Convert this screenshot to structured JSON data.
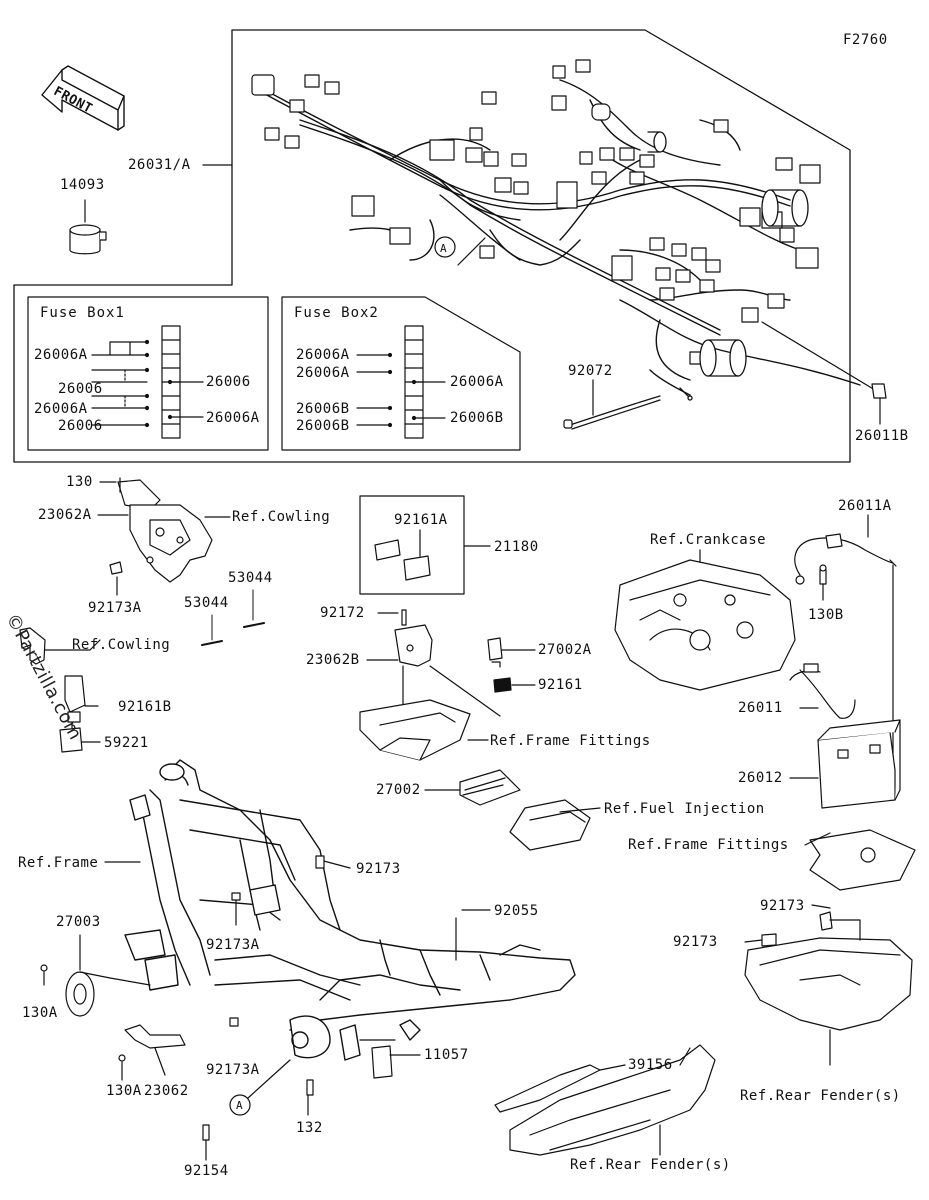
{
  "diagram": {
    "code": "F2760",
    "front_label": "FRONT",
    "watermark": "©Partzilla.com",
    "fuse_box1": {
      "title": "Fuse Box1",
      "left_labels": [
        "26006A",
        "26006",
        "26006A",
        "26006"
      ],
      "right_labels": [
        "26006",
        "26006A"
      ]
    },
    "fuse_box2": {
      "title": "Fuse Box2",
      "left_labels": [
        "26006A",
        "26006A",
        "26006B",
        "26006B"
      ],
      "right_labels": [
        "26006A",
        "26006B"
      ]
    },
    "labels": {
      "p26031A": "26031/A",
      "p14093": "14093",
      "p92072": "92072",
      "p26011B": "26011B",
      "p130": "130",
      "p23062A": "23062A",
      "refCowling1": "Ref.Cowling",
      "p92173A_1": "92173A",
      "p53044_1": "53044",
      "p53044_2": "53044",
      "refCowling2": "Ref.Cowling",
      "p92161B": "92161B",
      "p59221": "59221",
      "p92161A": "92161A",
      "p21180": "21180",
      "p92172": "92172",
      "p23062B": "23062B",
      "p27002A": "27002A",
      "p92161": "92161",
      "refFrameFittings1": "Ref.Frame Fittings",
      "refCrankcase": "Ref.Crankcase",
      "p26011A": "26011A",
      "p130B": "130B",
      "p26011": "26011",
      "p26012": "26012",
      "p27002": "27002",
      "refFuelInjection": "Ref.Fuel Injection",
      "refFrameFittings2": "Ref.Frame Fittings",
      "refFrame": "Ref.Frame",
      "p92173_1": "92173",
      "p27003": "27003",
      "p92173A_2": "92173A",
      "p92055": "92055",
      "p92173_2": "92173",
      "p92173_3": "92173",
      "p130A_1": "130A",
      "p92173A_3": "92173A",
      "p11057": "11057",
      "p39156": "39156",
      "p130A_2": "130A",
      "p23062": "23062",
      "p132": "132",
      "p92154": "92154",
      "refRearFender1": "Ref.Rear Fender(s)",
      "refRearFender2": "Ref.Rear Fender(s)",
      "markerA1": "A",
      "markerA2": "A"
    }
  }
}
